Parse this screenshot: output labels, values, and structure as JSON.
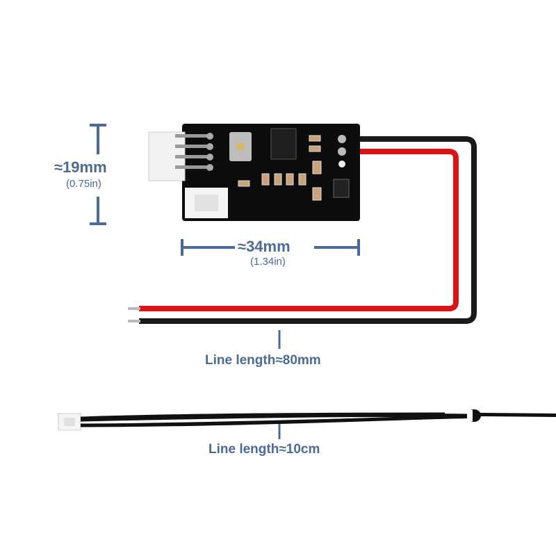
{
  "dimensions": {
    "height_mm": "≈19mm",
    "height_in": "(0.75in)",
    "width_mm": "≈34mm",
    "width_in": "(1.34in)"
  },
  "cables": {
    "board_wire_length": "Line length≈80mm",
    "sensor_wire_length": "Line length≈10cm"
  },
  "colors": {
    "annotation": "#4a6a98",
    "pcb": "#0c0c0c",
    "red_wire": "#d81414",
    "black_wire": "#1a1a1a"
  }
}
